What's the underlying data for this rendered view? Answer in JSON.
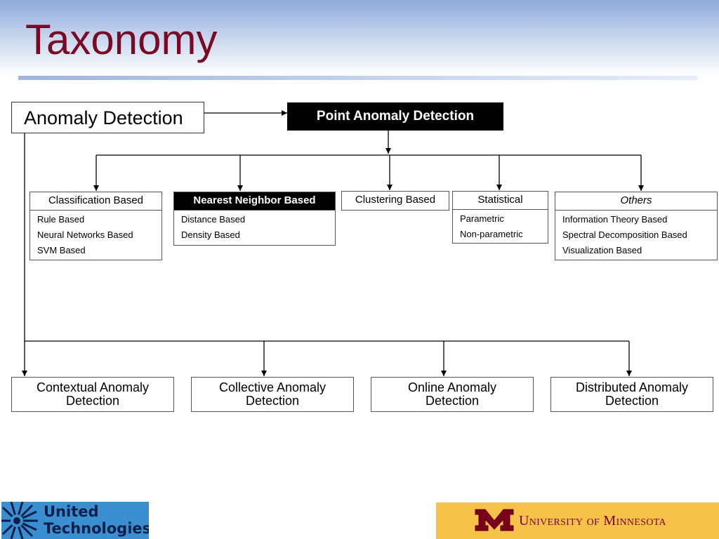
{
  "slide": {
    "title": "Taxonomy"
  },
  "diagram": {
    "root": "Anomaly Detection",
    "point": "Point Anomaly Detection",
    "categories": [
      {
        "label": "Classification Based",
        "items": [
          "Rule Based",
          "Neural Networks Based",
          "SVM Based"
        ]
      },
      {
        "label": "Nearest Neighbor Based",
        "items": [
          "Distance Based",
          "Density Based"
        ]
      },
      {
        "label": "Clustering Based",
        "items": []
      },
      {
        "label": "Statistical",
        "items": [
          "Parametric",
          "Non-parametric"
        ]
      },
      {
        "label": "Others",
        "items": [
          "Information Theory Based",
          "Spectral Decomposition Based",
          "Visualization Based"
        ]
      }
    ],
    "other_types": [
      {
        "line1": "Contextual Anomaly",
        "line2": "Detection"
      },
      {
        "line1": "Collective Anomaly",
        "line2": "Detection"
      },
      {
        "line1": "Online Anomaly",
        "line2": "Detection"
      },
      {
        "line1": "Distributed Anomaly",
        "line2": "Detection"
      }
    ]
  },
  "logos": {
    "left": {
      "line1": "United",
      "line2": "Technologies"
    },
    "right": "University of Minnesota"
  },
  "colors": {
    "title": "#7a0a24",
    "umn_gold": "#f6c24a",
    "umn_maroon": "#7a0019",
    "ut_blue": "#3a8fd0"
  }
}
